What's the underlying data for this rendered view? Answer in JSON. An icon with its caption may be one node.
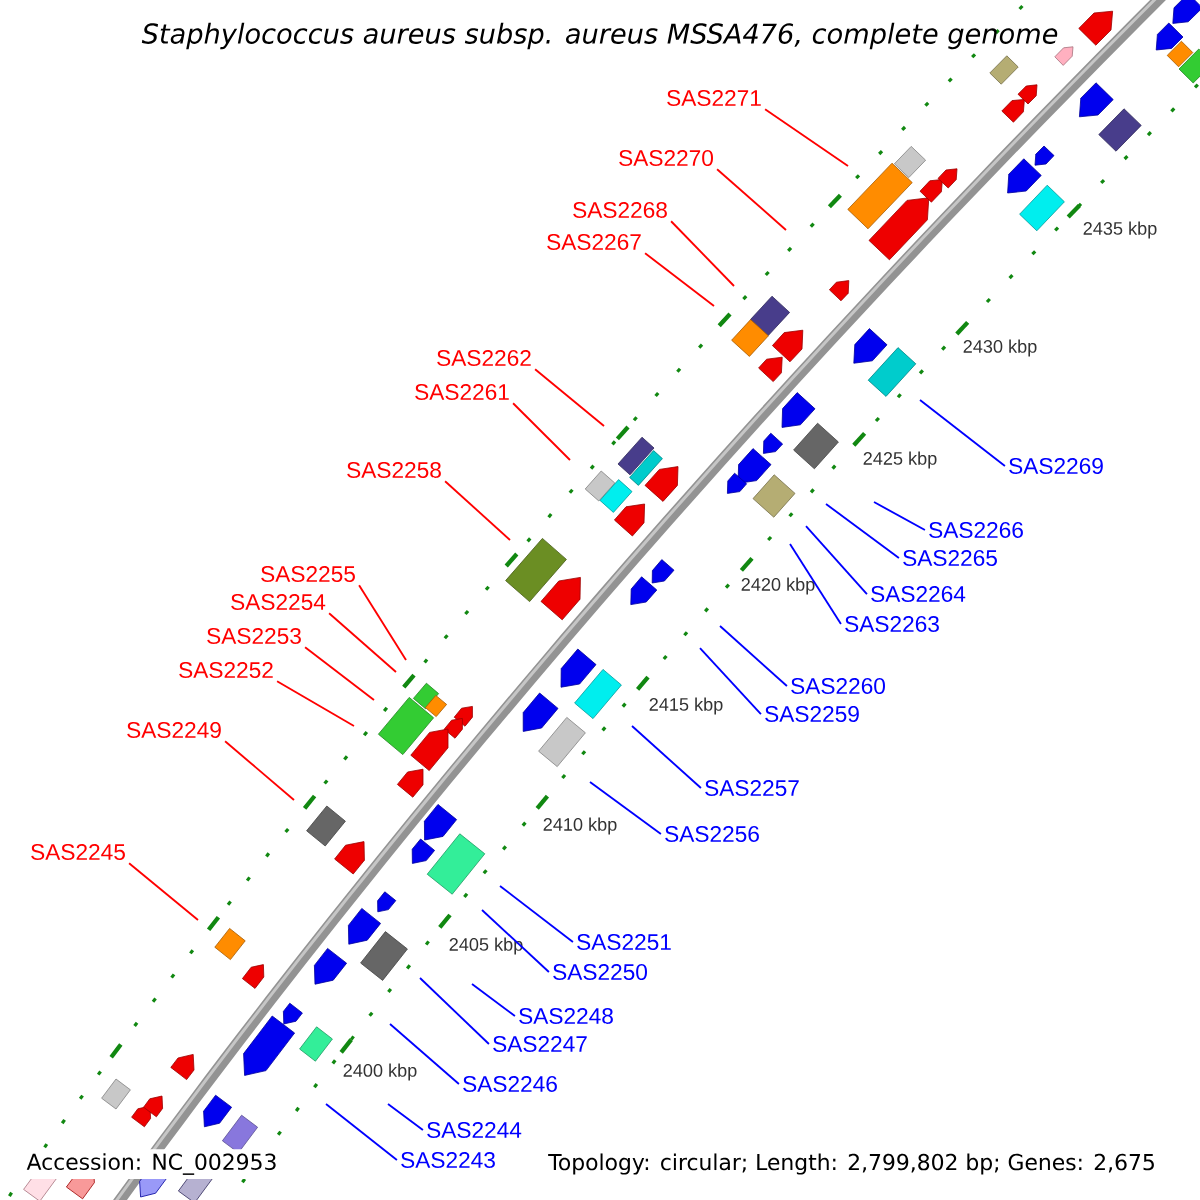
{
  "diagram": {
    "title": "Staphylococcus aureus subsp. aureus MSSA476, complete genome",
    "nodes": [
      {
        "text": [
          "SAS2271"
        ]
      },
      {
        "text": [
          "SAS2270"
        ]
      },
      {
        "text": [
          "SAS2268"
        ]
      },
      {
        "text": [
          "SAS2267"
        ]
      },
      {
        "text": [
          "SAS2262"
        ]
      },
      {
        "text": [
          "SAS2261"
        ]
      },
      {
        "text": [
          "SAS2269"
        ]
      },
      {
        "text": [
          "SAS2258"
        ]
      },
      {
        "text": [
          "SAS2266"
        ]
      },
      {
        "text": [
          "SAS2265"
        ]
      },
      {
        "text": [
          "SAS2255"
        ]
      },
      {
        "text": [
          "SAS2264"
        ]
      },
      {
        "text": [
          "SAS2254"
        ]
      },
      {
        "text": [
          "SAS2263"
        ]
      },
      {
        "text": [
          "SAS2253"
        ]
      },
      {
        "text": [
          "SAS2252"
        ]
      },
      {
        "text": [
          "SAS2260"
        ]
      },
      {
        "text": [
          "SAS2259"
        ]
      },
      {
        "text": [
          "SAS2249"
        ]
      },
      {
        "text": [
          "SAS2257"
        ]
      },
      {
        "text": [
          "SAS2256"
        ]
      },
      {
        "text": [
          "SAS2245"
        ]
      },
      {
        "text": [
          "SAS2251"
        ]
      },
      {
        "text": [
          "SAS2250"
        ]
      },
      {
        "text": [
          "SAS2248"
        ]
      },
      {
        "text": [
          "SAS2247"
        ]
      },
      {
        "text": [
          "SAS2246"
        ]
      },
      {
        "text": [
          "SAS2244"
        ]
      },
      {
        "text": [
          "SAS2243"
        ]
      }
    ],
    "edges": [
      {
        "from": 0,
        "to": null,
        "arrow": "none",
        "color": "#ff0000"
      },
      {
        "from": 1,
        "to": null,
        "arrow": "none",
        "color": "#ff0000"
      },
      {
        "from": 2,
        "to": null,
        "arrow": "none",
        "color": "#ff0000"
      },
      {
        "from": 3,
        "to": null,
        "arrow": "none",
        "color": "#ff0000"
      },
      {
        "from": 4,
        "to": null,
        "arrow": "none",
        "color": "#ff0000"
      },
      {
        "from": 5,
        "to": null,
        "arrow": "none",
        "color": "#ff0000"
      },
      {
        "from": 6,
        "to": null,
        "arrow": "none"
      },
      {
        "from": 7,
        "to": null,
        "arrow": "none",
        "color": "#ff0000"
      },
      {
        "from": 8,
        "to": null,
        "arrow": "none"
      },
      {
        "from": 9,
        "to": null,
        "arrow": "none"
      },
      {
        "from": 10,
        "to": null,
        "arrow": "none",
        "color": "#ff0000"
      },
      {
        "from": 11,
        "to": null,
        "arrow": "none"
      },
      {
        "from": 12,
        "to": null,
        "arrow": "none",
        "color": "#ff0000"
      },
      {
        "from": 13,
        "to": null,
        "arrow": "none"
      },
      {
        "from": 14,
        "to": null,
        "arrow": "none",
        "color": "#ff0000"
      },
      {
        "from": 15,
        "to": null,
        "arrow": "none",
        "color": "#ff0000"
      },
      {
        "from": 16,
        "to": null,
        "arrow": "none"
      },
      {
        "from": 17,
        "to": null,
        "arrow": "none"
      },
      {
        "from": 18,
        "to": null,
        "arrow": "none",
        "color": "#ff0000"
      },
      {
        "from": 19,
        "to": null,
        "arrow": "none"
      },
      {
        "from": 20,
        "to": null,
        "arrow": "none"
      },
      {
        "from": 21,
        "to": null,
        "arrow": "none",
        "color": "#ff0000"
      },
      {
        "from": 22,
        "to": null,
        "arrow": "none"
      },
      {
        "from": 23,
        "to": null,
        "arrow": "none"
      },
      {
        "from": 24,
        "to": null,
        "arrow": "none"
      },
      {
        "from": 25,
        "to": null,
        "arrow": "none"
      },
      {
        "from": 26,
        "to": null,
        "arrow": "none"
      },
      {
        "from": 27,
        "to": null,
        "arrow": "none"
      },
      {
        "from": 28,
        "to": null,
        "arrow": "none"
      }
    ],
    "labels": [
      "2435 kbp",
      "2430 kbp",
      "2425 kbp",
      "2420 kbp",
      "2415 kbp",
      "2410 kbp",
      "2405 kbp",
      "2400 kbp",
      "Accession: NC_002953",
      "Topology: circular; Length: 2,799,802 bp; Genes: 2,675"
    ]
  }
}
